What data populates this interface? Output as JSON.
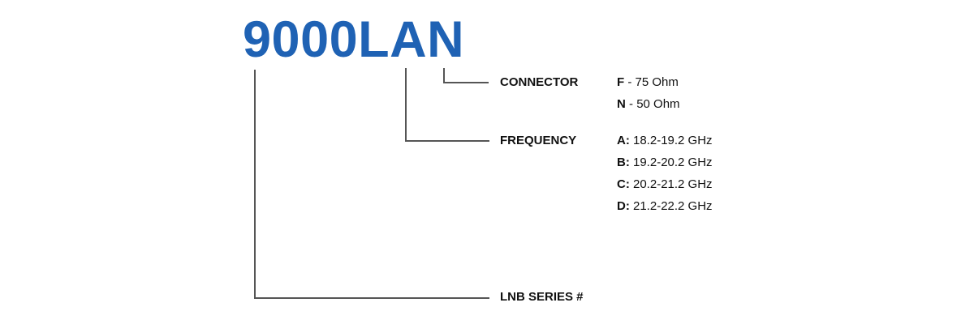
{
  "title": "9000LAN",
  "connector": {
    "label": "CONNECTOR",
    "options": [
      {
        "code": "F",
        "sep": " - ",
        "desc": "75 Ohm"
      },
      {
        "code": "N",
        "sep": " - ",
        "desc": "50 Ohm"
      }
    ]
  },
  "frequency": {
    "label": "FREQUENCY",
    "options": [
      {
        "code": "A:",
        "sep": " ",
        "desc": "18.2-19.2 GHz"
      },
      {
        "code": "B:",
        "sep": " ",
        "desc": "19.2-20.2 GHz"
      },
      {
        "code": "C:",
        "sep": " ",
        "desc": "20.2-21.2 GHz"
      },
      {
        "code": "D:",
        "sep": " ",
        "desc": "21.2-22.2 GHz"
      }
    ]
  },
  "series": {
    "label": "LNB SERIES #"
  },
  "colors": {
    "title": "#1f62b4",
    "lines": "#555555"
  }
}
